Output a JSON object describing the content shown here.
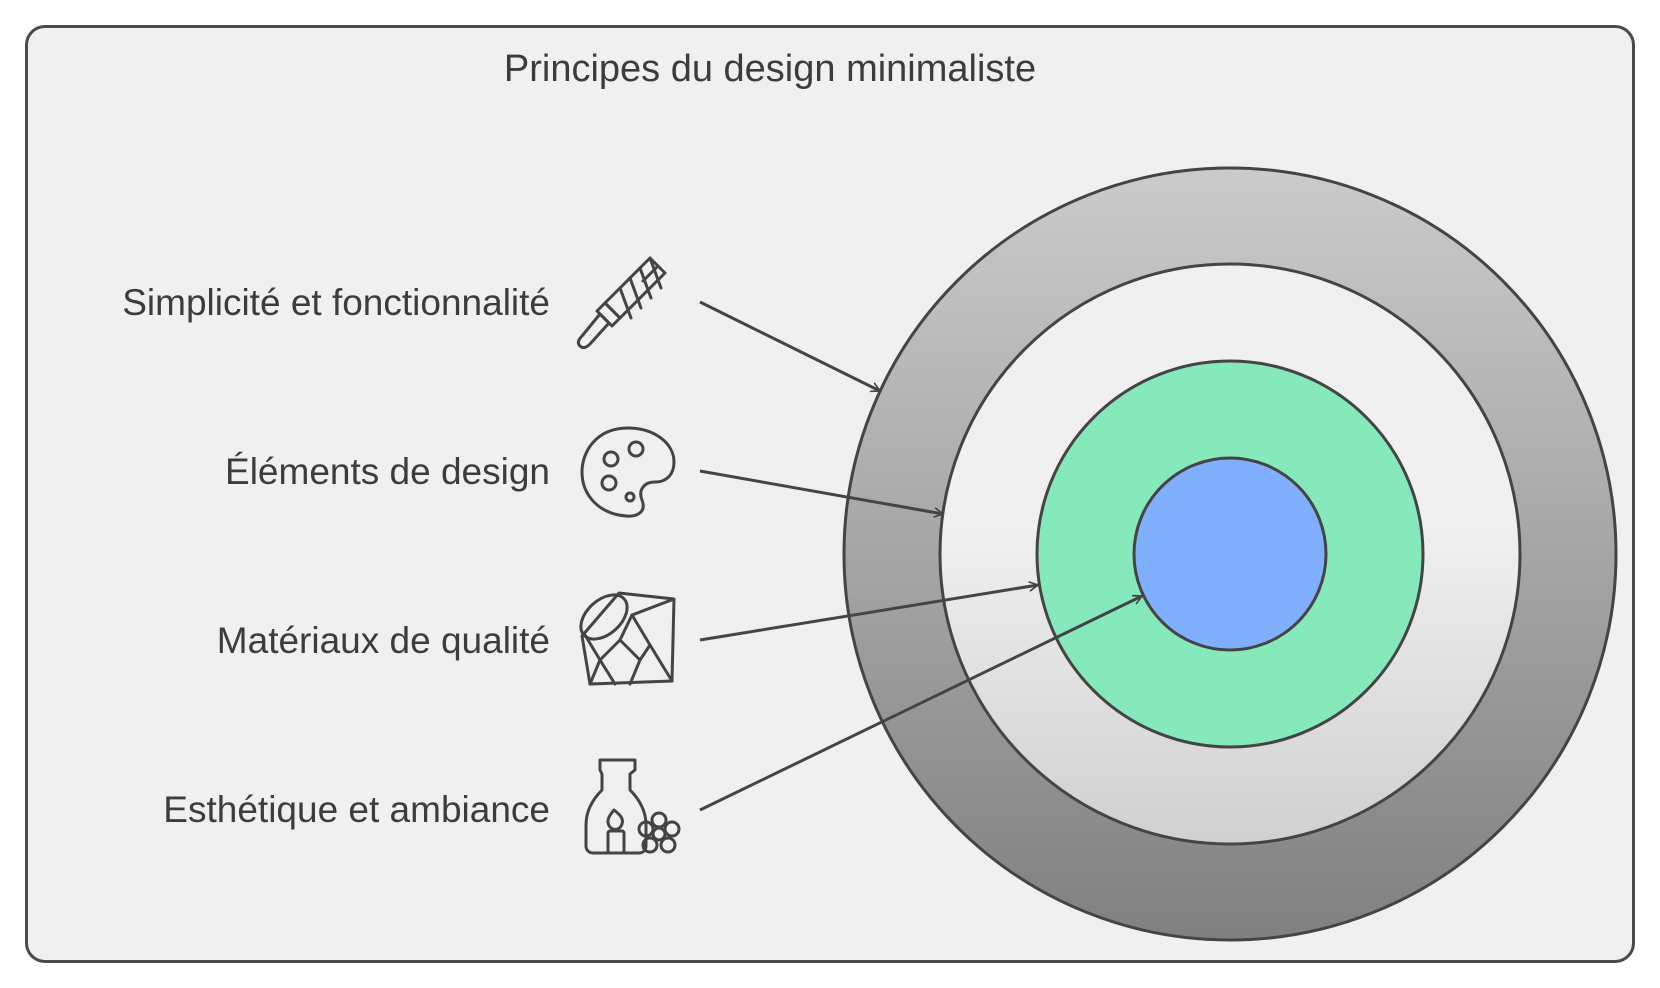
{
  "title": "Principes du design minimaliste",
  "colors": {
    "outer_ring_top": "#cbcbcb",
    "outer_ring_bottom": "#808080",
    "second_ring_top": "#f0f0f0",
    "second_ring_bottom": "#d0d0d0",
    "third_ring": "#86e9bc",
    "core": "#80b0fd",
    "stroke": "#444444",
    "background": "#f0f0f0"
  },
  "items": [
    {
      "label": "Simplicité et fonctionnalité",
      "icon": "file-tool-icon",
      "target": "outer-ring"
    },
    {
      "label": "Éléments de design",
      "icon": "palette-icon",
      "target": "second-ring"
    },
    {
      "label": "Matériaux de qualité",
      "icon": "gem-icon",
      "target": "third-ring"
    },
    {
      "label": "Esthétique et ambiance",
      "icon": "candle-flower-icon",
      "target": "core-circle"
    }
  ]
}
